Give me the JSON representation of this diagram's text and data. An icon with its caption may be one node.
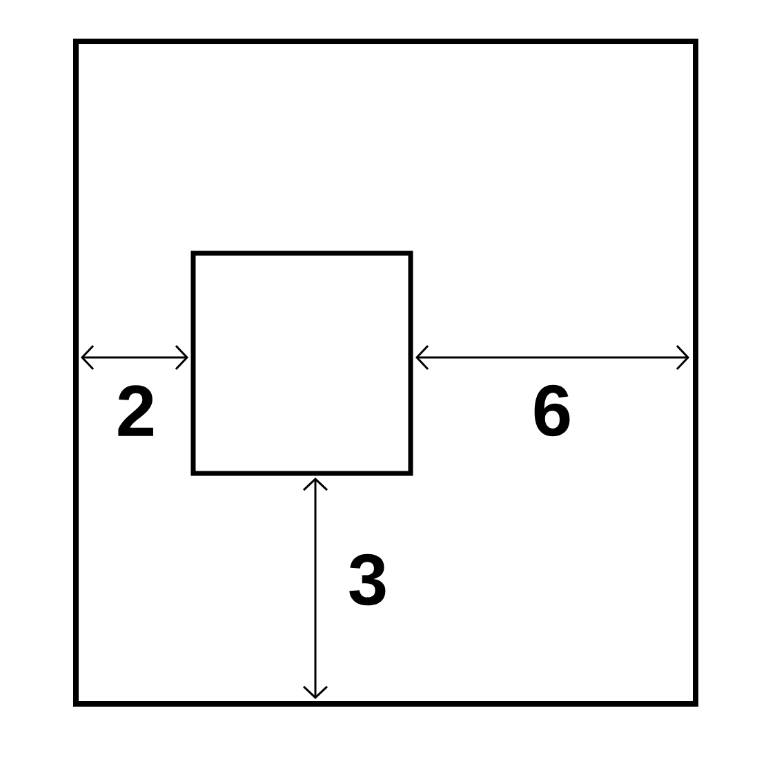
{
  "diagram": {
    "nodes": [
      {
        "text": [],
        "shape": "box"
      },
      {
        "text": [],
        "shape": "box",
        "in": 0
      }
    ],
    "labels": [
      "2",
      "6",
      "3"
    ]
  }
}
